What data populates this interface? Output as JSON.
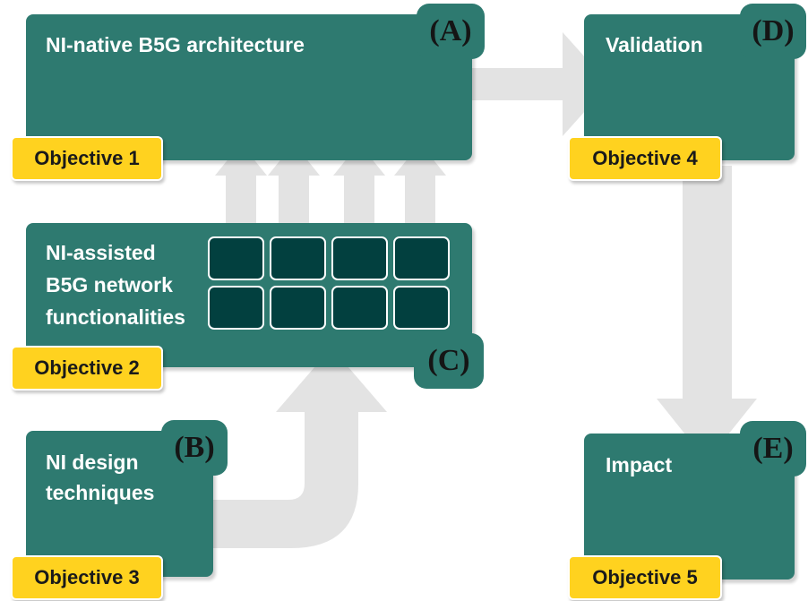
{
  "blocks": {
    "a": {
      "title": "NI-native B5G architecture",
      "tab": "(A)",
      "objective": "Objective 1"
    },
    "b": {
      "title_lines": [
        "NI design",
        "techniques"
      ],
      "tab": "(B)",
      "objective": "Objective 3"
    },
    "c": {
      "title_lines": [
        "NI-assisted",
        "B5G network",
        "functionalities"
      ],
      "tab": "(C)",
      "objective": "Objective 2",
      "cells": 8
    },
    "d": {
      "title": "Validation",
      "tab": "(D)",
      "objective": "Objective 4"
    },
    "e": {
      "title": "Impact",
      "tab": "(E)",
      "objective": "Objective 5"
    }
  },
  "colors": {
    "block": "#2e7a70",
    "cell": "#02403f",
    "objective": "#ffd21f",
    "arrow": "#e3e3e3"
  }
}
